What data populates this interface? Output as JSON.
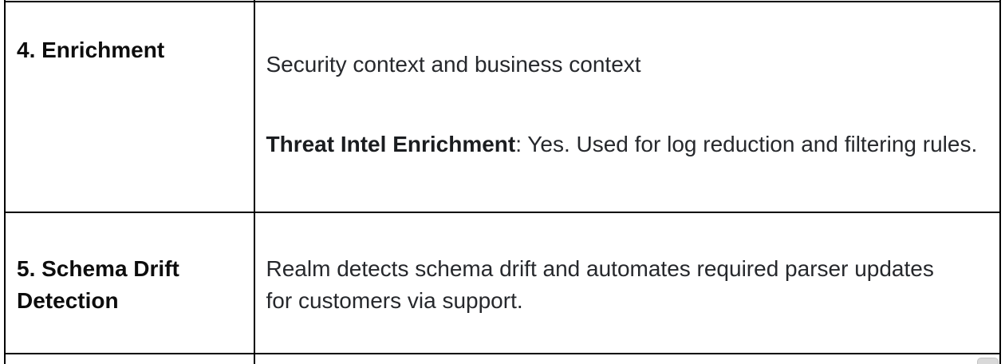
{
  "document_table": {
    "rows": [
      {
        "label": "4. Enrichment",
        "paragraphs": {
          "p1": "Security context and business context",
          "p2_bold": "Threat Intel Enrichment",
          "p2_rest": ": Yes. Used for log reduction and filtering rules."
        }
      },
      {
        "label": "5. Schema Drift Detection",
        "paragraphs": {
          "p1": "Realm detects schema drift and automates required parser updates for customers via support."
        }
      }
    ]
  },
  "colors": {
    "table_border": "#000000",
    "header_text": "#0d0d0d",
    "body_text": "#26282c",
    "scrollbar_thumb": "#d9d9d9"
  }
}
